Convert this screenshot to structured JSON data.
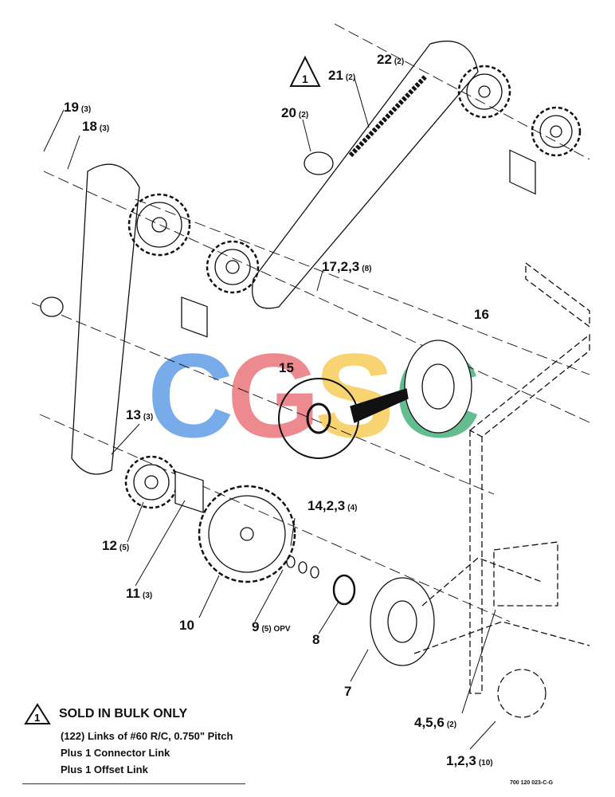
{
  "callouts": [
    {
      "id": "c21",
      "num": "21",
      "qty": "(2)"
    },
    {
      "id": "c22",
      "num": "22",
      "qty": "(2)"
    },
    {
      "id": "c20",
      "num": "20",
      "qty": "(2)"
    },
    {
      "id": "c19",
      "num": "19",
      "qty": "(3)"
    },
    {
      "id": "c18",
      "num": "18",
      "qty": "(3)"
    },
    {
      "id": "c17",
      "num": "17,2,3",
      "qty": "(8)"
    },
    {
      "id": "c16",
      "num": "16",
      "qty": ""
    },
    {
      "id": "c15",
      "num": "15",
      "qty": ""
    },
    {
      "id": "c13",
      "num": "13",
      "qty": "(3)"
    },
    {
      "id": "c14",
      "num": "14,2,3",
      "qty": "(4)"
    },
    {
      "id": "c12",
      "num": "12",
      "qty": "(5)"
    },
    {
      "id": "c11",
      "num": "11",
      "qty": "(3)"
    },
    {
      "id": "c10",
      "num": "10",
      "qty": ""
    },
    {
      "id": "c9",
      "num": "9",
      "qty": "(5) OPV"
    },
    {
      "id": "c8",
      "num": "8",
      "qty": ""
    },
    {
      "id": "c7",
      "num": "7",
      "qty": ""
    },
    {
      "id": "c456",
      "num": "4,5,6",
      "qty": "(2)"
    },
    {
      "id": "c123",
      "num": "1,2,3",
      "qty": "(10)"
    }
  ],
  "triangle_marker": "1",
  "note": {
    "marker": "1",
    "title": "SOLD IN BULK ONLY",
    "lines": [
      "(122) Links of #60 R/C, 0.750\" Pitch",
      "Plus 1 Connector Link",
      "Plus 1 Offset Link"
    ]
  },
  "drawing_code": "700 120 023-C-G",
  "watermark": {
    "letters": [
      "C",
      "G",
      "S",
      "C"
    ],
    "colors": [
      "#4a90e2",
      "#e8636a",
      "#f5c542",
      "#2fa86a"
    ]
  }
}
